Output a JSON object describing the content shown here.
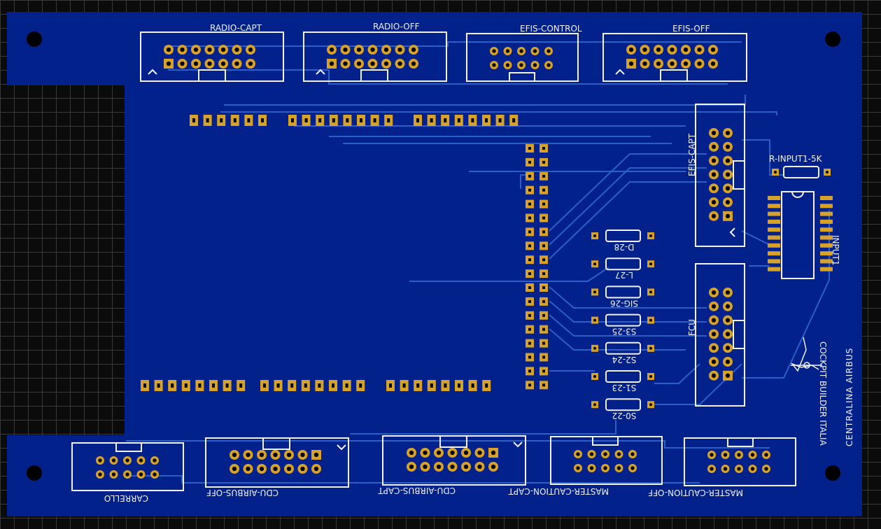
{
  "board": {
    "title": "CENTRALINA AIRBUS",
    "logo_text": "COCKPIT BUILDER ITALIA",
    "colors": {
      "board": "#03218a",
      "copper": "#d7a22a",
      "silkscreen": "#f2f2f2",
      "trace": "#2b5fc8",
      "hole": "#000000"
    }
  },
  "connectors": {
    "radio_capt": "RADIO-CAPT",
    "radio_off": "RADIO-OFF",
    "efis_control": "EFIS-CONTROL",
    "efis_off": "EFIS-OFF",
    "efis_capt": "EFIS-CAPT",
    "fcu": "FCU",
    "carrello": "CARRELLO",
    "cdu_airbus_off": "CDU-AIRBUS-OFF",
    "cdu_airbus_capt": "CDU-AIRBUS-CAPT",
    "master_caution_capt": "MASTER-CAUTION-CAPT",
    "master_caution_off": "MASTER-CAUTION-OFF"
  },
  "components": {
    "r_input": "R-INPUT1-5K",
    "input_ic": "INPUT1",
    "resistors": [
      "D-28",
      "L-27",
      "SIG-26",
      "S3-25",
      "S2-24",
      "S1-23",
      "S0-22"
    ]
  }
}
